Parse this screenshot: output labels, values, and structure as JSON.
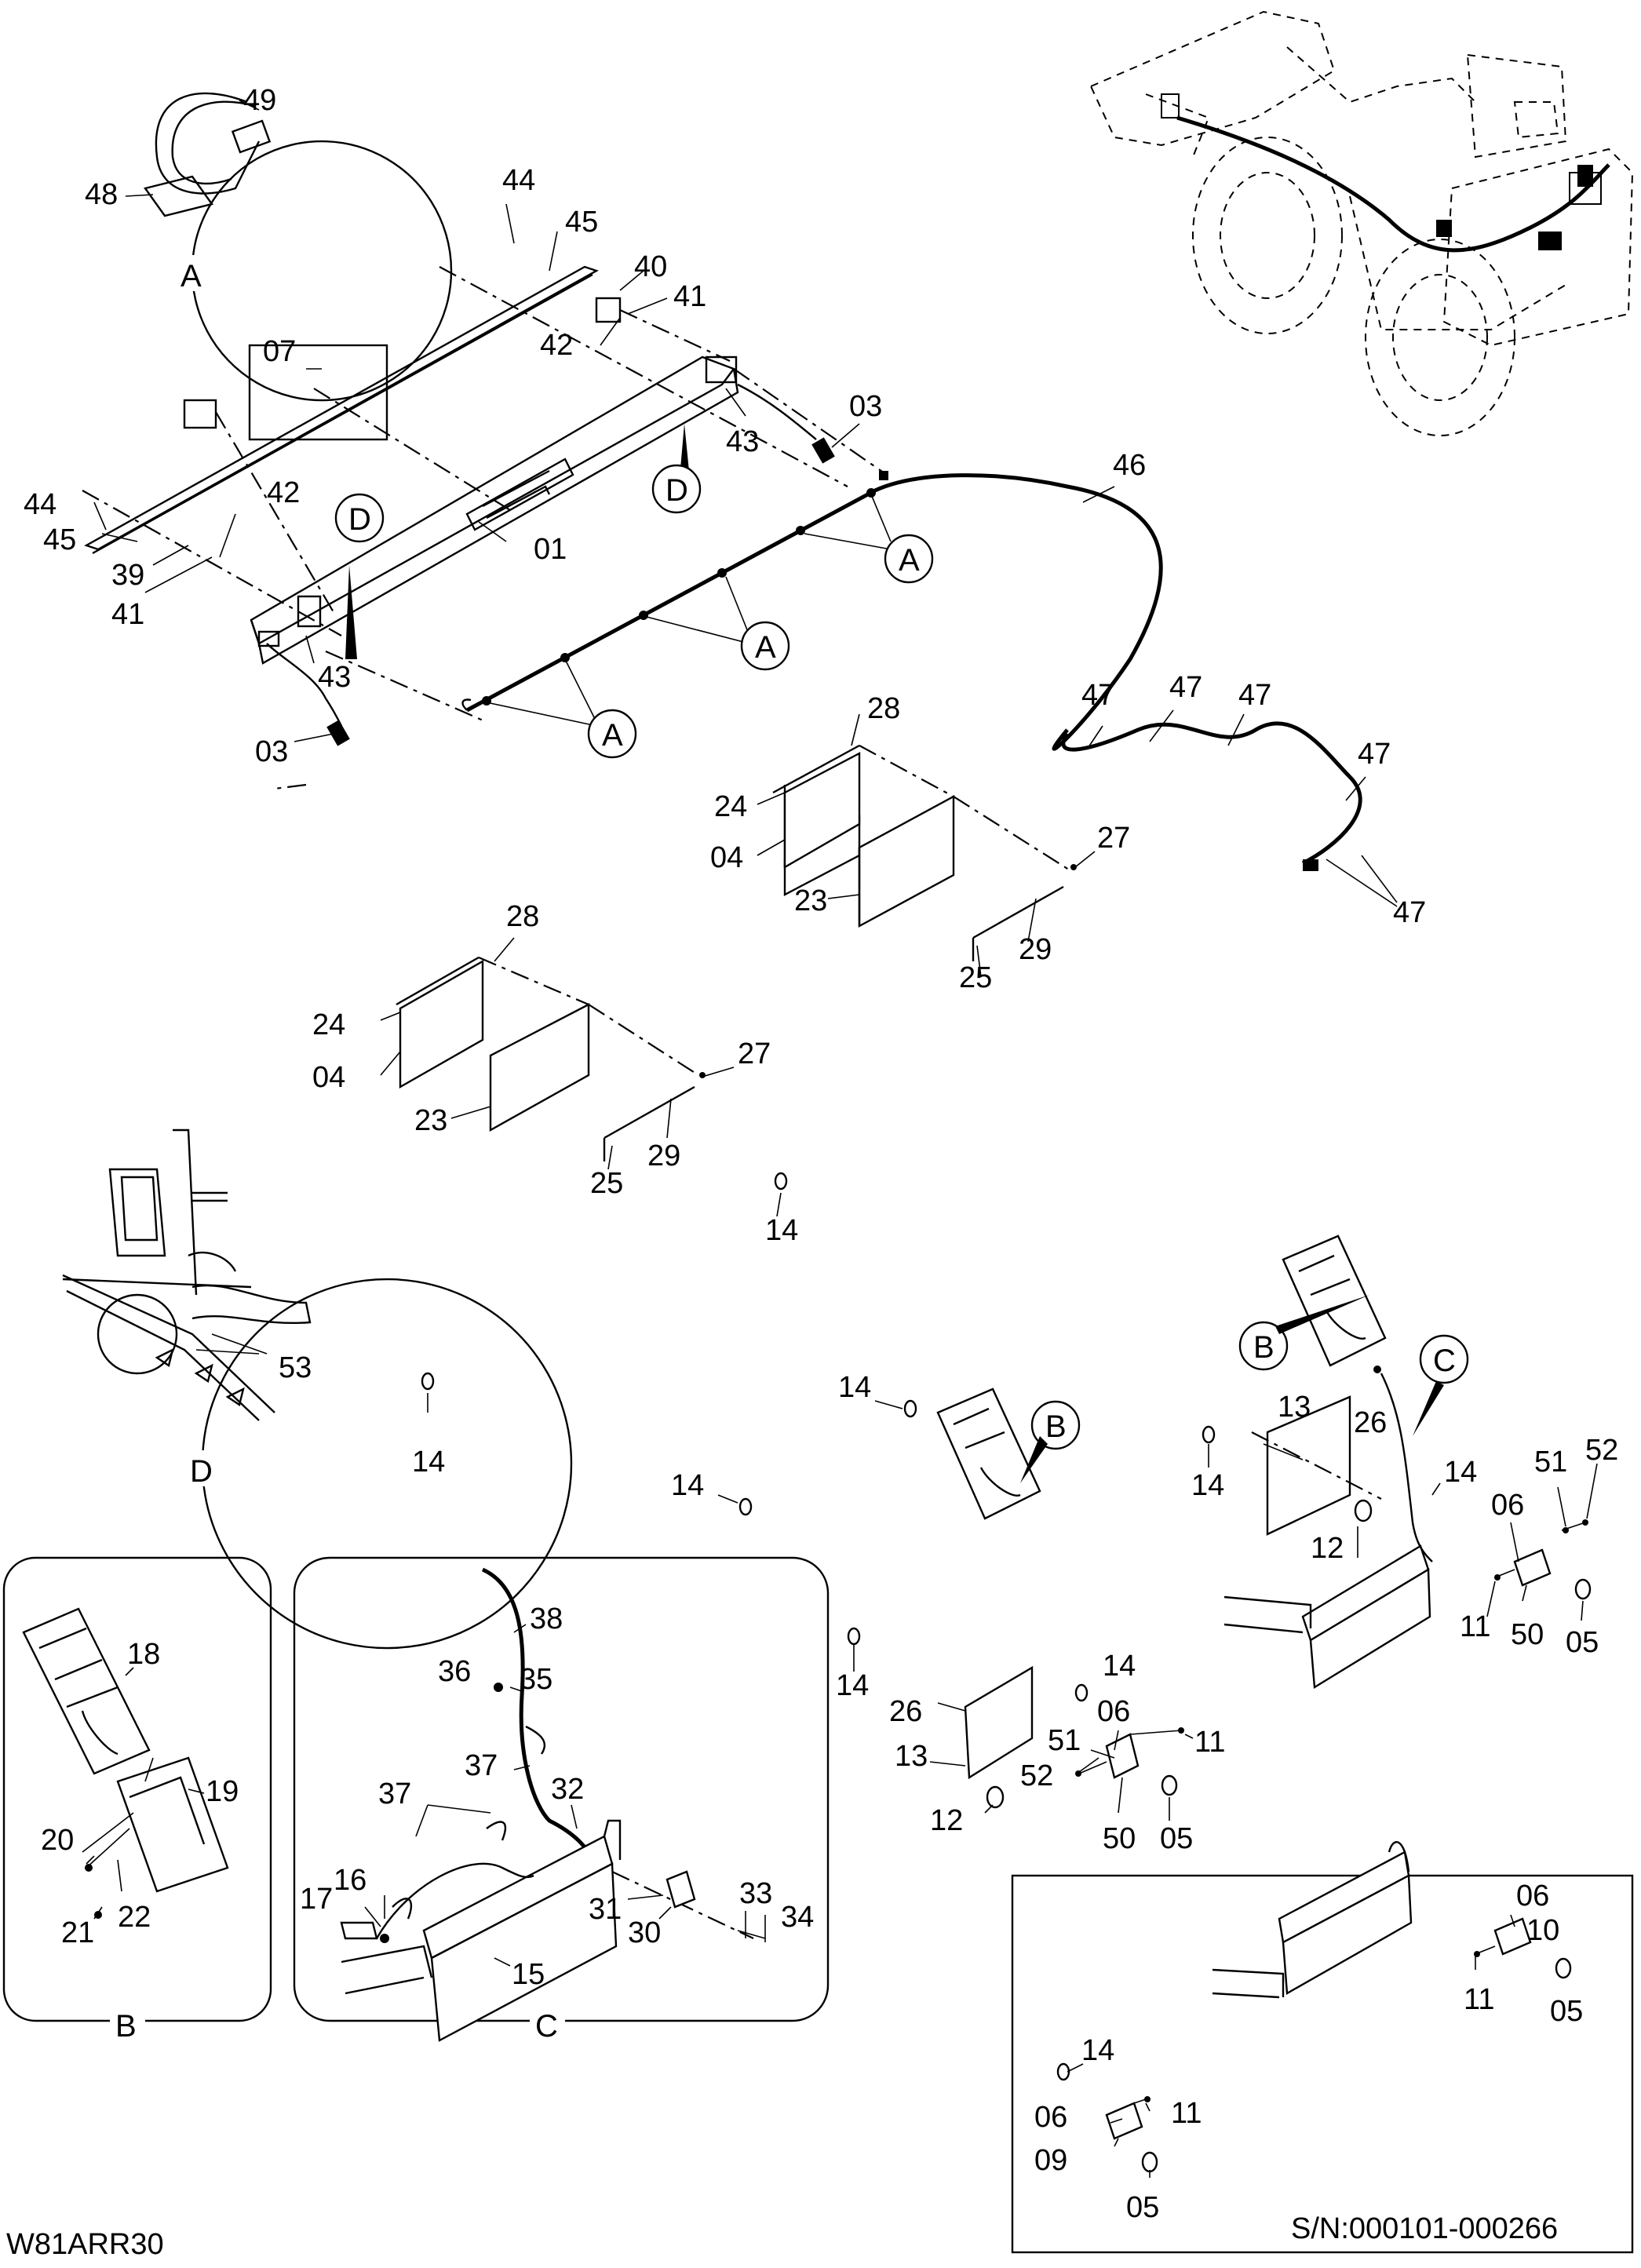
{
  "drawing_code": "W81ARR30",
  "serial_range": "S/N:000101-000266",
  "detail_letters": {
    "a": "A",
    "b": "B",
    "c": "C",
    "d": "D"
  },
  "part_numbers": {
    "p01": "01",
    "p03": "03",
    "p04": "04",
    "p05": "05",
    "p06": "06",
    "p07": "07",
    "p09": "09",
    "p10": "10",
    "p11": "11",
    "p12": "12",
    "p13": "13",
    "p14": "14",
    "p15": "15",
    "p16": "16",
    "p17": "17",
    "p18": "18",
    "p19": "19",
    "p20": "20",
    "p21": "21",
    "p22": "22",
    "p23": "23",
    "p24": "24",
    "p25": "25",
    "p26": "26",
    "p27": "27",
    "p28": "28",
    "p29": "29",
    "p30": "30",
    "p31": "31",
    "p32": "32",
    "p33": "33",
    "p34": "34",
    "p35": "35",
    "p36": "36",
    "p37": "37",
    "p38": "38",
    "p39": "39",
    "p40": "40",
    "p41": "41",
    "p42": "42",
    "p43": "43",
    "p44": "44",
    "p45": "45",
    "p46": "46",
    "p47": "47",
    "p48": "48",
    "p49": "49",
    "p50": "50",
    "p51": "51",
    "p52": "52",
    "p53": "53"
  }
}
